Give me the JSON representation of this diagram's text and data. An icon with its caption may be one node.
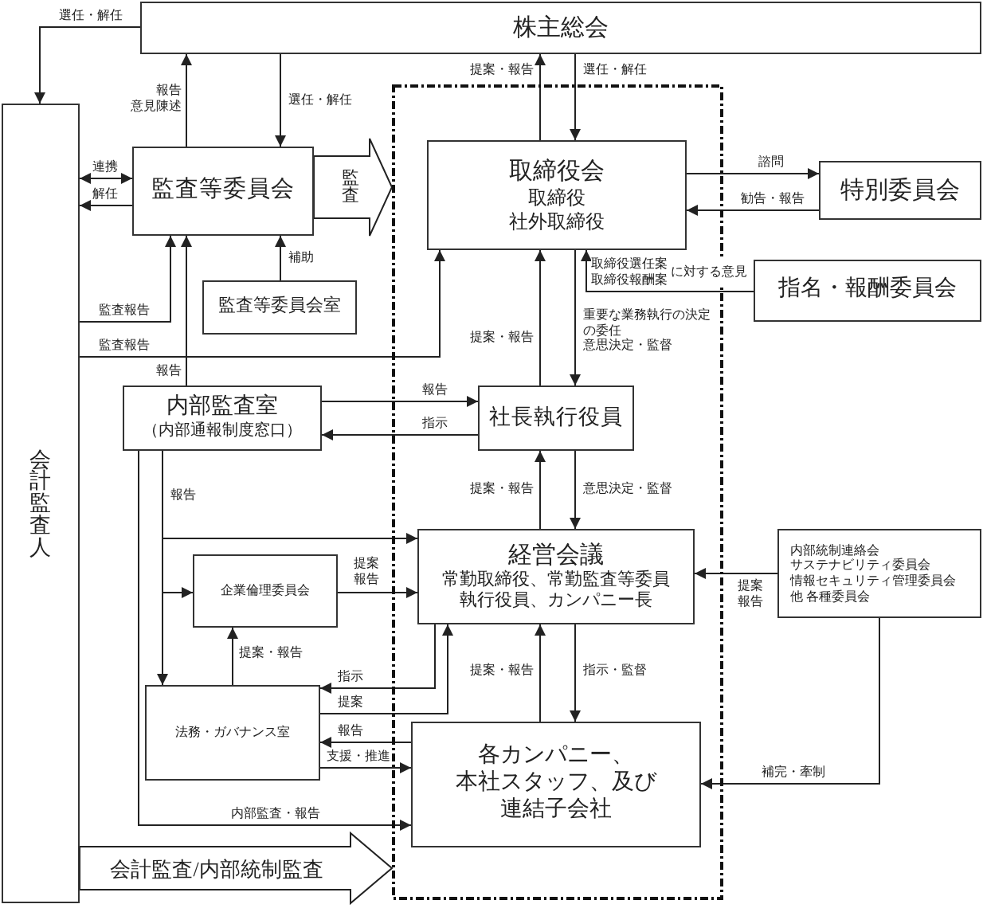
{
  "diagram": {
    "nodes": [
      {
        "text": [
          "株主総会"
        ]
      },
      {
        "text": [
          "会計監査人"
        ]
      },
      {
        "text": [
          "監査等委員会"
        ]
      },
      {
        "text": [],
        "shape": "box"
      },
      {
        "text": [
          "取締役会",
          "取締役",
          "社外取締役"
        ],
        "in": 3
      },
      {
        "text": [
          "特別委員会"
        ]
      },
      {
        "text": [
          "監査等委員会室"
        ]
      },
      {
        "text": [
          "指名・報酬委員会"
        ]
      },
      {
        "text": [
          "内部監査室",
          "（内部通報制度窓口）"
        ]
      },
      {
        "text": [
          "社長執行役員"
        ],
        "in": 3
      },
      {
        "text": [
          "経営会議",
          "常勤取締役、常勤監査等委員",
          "執行役員、カンパニー長"
        ],
        "in": 3
      },
      {
        "text": [
          "企業倫理委員会"
        ]
      },
      {
        "text": [
          "内部統制連絡会",
          "サステナビリティ委員会",
          "情報セキュリティ管理委員会",
          "他 各種委員会"
        ]
      },
      {
        "text": [
          "法務・ガバナンス室"
        ]
      },
      {
        "text": [
          "各カンパニー、本社スタッフ、及び連結子会社"
        ],
        "in": 3
      }
    ],
    "edges": [
      {
        "from": 0,
        "to": 1,
        "arrow": "to",
        "label": "選任・解任"
      },
      {
        "from": 2,
        "to": 0,
        "arrow": "to",
        "label": "報告意見陳述"
      },
      {
        "from": 0,
        "to": 2,
        "arrow": "to",
        "label": "選任・解任"
      },
      {
        "from": 4,
        "to": 0,
        "arrow": "to",
        "label": "提案・報告"
      },
      {
        "from": 0,
        "to": 4,
        "arrow": "to",
        "label": "選任・解任"
      },
      {
        "from": 2,
        "to": 1,
        "arrow": "both",
        "label": "連携"
      },
      {
        "from": 2,
        "to": 1,
        "arrow": "to",
        "label": "解任"
      },
      {
        "from": 2,
        "to": 3,
        "arrow": "to",
        "label": "監査",
        "style": "thick"
      },
      {
        "from": 4,
        "to": 5,
        "arrow": "to",
        "label": "諮問"
      },
      {
        "from": 5,
        "to": 4,
        "arrow": "to",
        "label": "勧告・報告"
      },
      {
        "from": 6,
        "to": 2,
        "arrow": "to",
        "label": "補助"
      },
      {
        "from": 1,
        "to": 2,
        "arrow": "to",
        "label": "監査報告"
      },
      {
        "from": 1,
        "to": 4,
        "arrow": "to",
        "label": "監査報告"
      },
      {
        "from": 7,
        "to": 4,
        "arrow": "to",
        "label": "取締役選任案取締役報酬案に対する意見"
      },
      {
        "from": 8,
        "to": 2,
        "arrow": "to",
        "label": "報告"
      },
      {
        "from": 4,
        "to": 9,
        "arrow": "to",
        "label": "重要な業務執行の決定の委任意思決定・監督"
      },
      {
        "from": 9,
        "to": 4,
        "arrow": "to",
        "label": "提案・報告"
      },
      {
        "from": 8,
        "to": 9,
        "arrow": "to",
        "label": "報告"
      },
      {
        "from": 9,
        "to": 8,
        "arrow": "to",
        "label": "指示"
      },
      {
        "from": 9,
        "to": 10,
        "arrow": "to",
        "label": "意思決定・監督"
      },
      {
        "from": 10,
        "to": 9,
        "arrow": "to",
        "label": "提案・報告"
      },
      {
        "from": 8,
        "to": 10,
        "arrow": "to",
        "label": "報告"
      },
      {
        "from": 8,
        "to": 11,
        "arrow": "to"
      },
      {
        "from": 8,
        "to": 13,
        "arrow": "to"
      },
      {
        "from": 11,
        "to": 10,
        "arrow": "to",
        "label": "提案報告"
      },
      {
        "from": 12,
        "to": 10,
        "arrow": "to",
        "label": "提案報告"
      },
      {
        "from": 13,
        "to": 11,
        "arrow": "to",
        "label": "提案・報告"
      },
      {
        "from": 10,
        "to": 13,
        "arrow": "to",
        "label": "指示"
      },
      {
        "from": 13,
        "to": 10,
        "arrow": "to",
        "label": "提案"
      },
      {
        "from": 10,
        "to": 14,
        "arrow": "to",
        "label": "指示・監督"
      },
      {
        "from": 14,
        "to": 10,
        "arrow": "to",
        "label": "提案・報告"
      },
      {
        "from": 14,
        "to": 13,
        "arrow": "to",
        "label": "報告"
      },
      {
        "from": 13,
        "to": 14,
        "arrow": "to",
        "label": "支援・推進"
      },
      {
        "from": 8,
        "to": 14,
        "arrow": "to",
        "label": "内部監査・報告"
      },
      {
        "from": 12,
        "to": 14,
        "arrow": "to",
        "label": "補完・牽制"
      },
      {
        "from": 1,
        "to": 3,
        "arrow": "to",
        "label": "会計監査/内部統制監査",
        "style": "thick"
      }
    ]
  }
}
